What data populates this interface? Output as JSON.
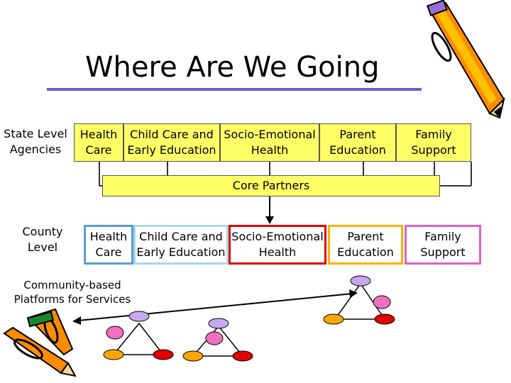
{
  "title": "Where Are We Going",
  "state": {
    "label": "State Level\nAgencies",
    "boxes": [
      "Health\nCare",
      "Child Care and\nEarly Education",
      "Socio-Emotional\nHealth",
      "Parent\nEducation",
      "Family\nSupport"
    ]
  },
  "core_partners": "Core Partners",
  "county": {
    "label": "County\nLevel",
    "boxes": [
      "Health\nCare",
      "Child Care and\nEarly Education",
      "Socio-Emotional\nHealth",
      "Parent\nEducation",
      "Family\nSupport"
    ]
  },
  "community": "Community-based\nPlatforms for Services",
  "colors": {
    "title_rule": "#6b5bd6",
    "state_box": "#ffff66",
    "county_health": "#5b9bd5",
    "county_childcare": "#a8d8e8",
    "county_socio": "#e00000",
    "county_parent": "#ffb000",
    "county_family": "#e060c8",
    "node_top": "#c8a8f0",
    "node_left": "#f070c0",
    "node_bottom_left": "#ffa500",
    "node_bottom_right": "#e00000"
  }
}
